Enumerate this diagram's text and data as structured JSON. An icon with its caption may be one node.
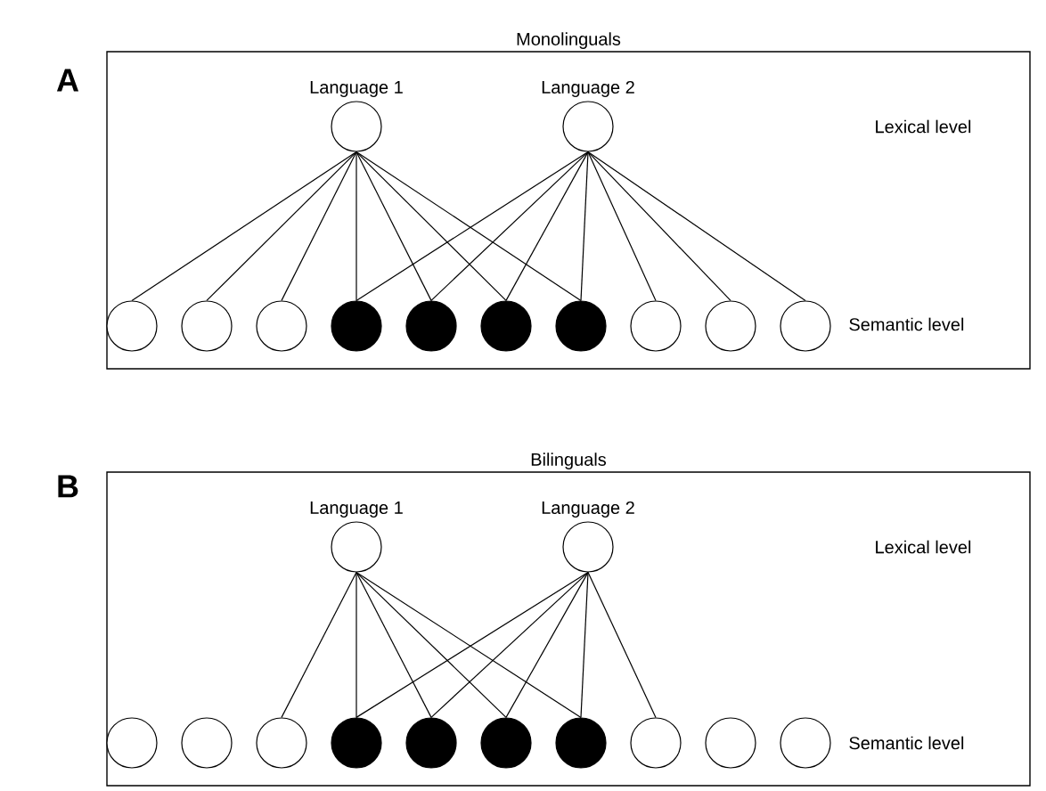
{
  "diagram": {
    "nodes": [
      {
        "text": [
          "Monolinguals"
        ]
      },
      {
        "text": [
          "Language 1"
        ],
        "in": 0
      },
      {
        "text": [
          "Language 2"
        ],
        "in": 0
      },
      {
        "text": [],
        "shape": "circle",
        "in": 0
      },
      {
        "text": [],
        "shape": "circle",
        "in": 0
      },
      {
        "text": [],
        "shape": "circle",
        "in": 0
      },
      {
        "text": [],
        "shape": "circle",
        "in": 0
      },
      {
        "text": [],
        "shape": "circle",
        "in": 0
      },
      {
        "text": [],
        "shape": "circle",
        "in": 0
      },
      {
        "text": [],
        "shape": "circle",
        "in": 0
      },
      {
        "text": [],
        "shape": "circle",
        "in": 0
      },
      {
        "text": [],
        "shape": "circle",
        "in": 0
      },
      {
        "text": [],
        "shape": "circle",
        "in": 0
      },
      {
        "text": [
          "Bilinguals"
        ]
      },
      {
        "text": [
          "Language 1"
        ],
        "in": 13
      },
      {
        "text": [
          "Language 2"
        ],
        "in": 13
      },
      {
        "text": [],
        "shape": "circle",
        "in": 13
      },
      {
        "text": [],
        "shape": "circle",
        "in": 13
      },
      {
        "text": [],
        "shape": "circle",
        "in": 13
      },
      {
        "text": [],
        "shape": "circle",
        "in": 13
      },
      {
        "text": [],
        "shape": "circle",
        "in": 13
      },
      {
        "text": [],
        "shape": "circle",
        "in": 13
      },
      {
        "text": [],
        "shape": "circle",
        "in": 13
      },
      {
        "text": [],
        "shape": "circle",
        "in": 13
      },
      {
        "text": [],
        "shape": "circle",
        "in": 13
      },
      {
        "text": [],
        "shape": "circle",
        "in": 13
      }
    ],
    "edges": [
      {
        "from": 1,
        "to": 3,
        "arrow": "none"
      },
      {
        "from": 1,
        "to": 4,
        "arrow": "none"
      },
      {
        "from": 1,
        "to": 5,
        "arrow": "none"
      },
      {
        "from": 1,
        "to": 6,
        "arrow": "none"
      },
      {
        "from": 1,
        "to": 7,
        "arrow": "none"
      },
      {
        "from": 1,
        "to": 8,
        "arrow": "none"
      },
      {
        "from": 1,
        "to": 9,
        "arrow": "none"
      },
      {
        "from": 2,
        "to": 6,
        "arrow": "none"
      },
      {
        "from": 2,
        "to": 7,
        "arrow": "none"
      },
      {
        "from": 2,
        "to": 8,
        "arrow": "none"
      },
      {
        "from": 2,
        "to": 9,
        "arrow": "none"
      },
      {
        "from": 2,
        "to": 10,
        "arrow": "none"
      },
      {
        "from": 2,
        "to": 11,
        "arrow": "none"
      },
      {
        "from": 2,
        "to": 12,
        "arrow": "none"
      },
      {
        "from": 14,
        "to": 18,
        "arrow": "none"
      },
      {
        "from": 14,
        "to": 19,
        "arrow": "none"
      },
      {
        "from": 14,
        "to": 20,
        "arrow": "none"
      },
      {
        "from": 14,
        "to": 21,
        "arrow": "none"
      },
      {
        "from": 14,
        "to": 22,
        "arrow": "none"
      },
      {
        "from": 15,
        "to": 19,
        "arrow": "none"
      },
      {
        "from": 15,
        "to": 20,
        "arrow": "none"
      },
      {
        "from": 15,
        "to": 21,
        "arrow": "none"
      },
      {
        "from": 15,
        "to": 22,
        "arrow": "none"
      },
      {
        "from": 15,
        "to": 23,
        "arrow": "none"
      }
    ],
    "labels": [
      "A",
      "Lexical level",
      "Semantic level",
      "B",
      "Lexical level",
      "Semantic level"
    ]
  }
}
